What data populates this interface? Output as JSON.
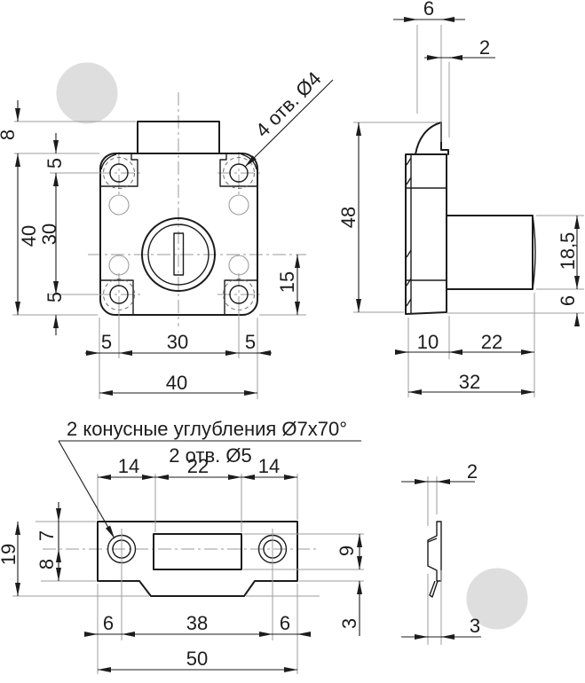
{
  "drawing_title": "furniture drawer lock dimensional drawing",
  "views": {
    "front": {
      "note_holes": "4 отв. Ø4",
      "dim_top_offset": "8",
      "dim_left_top": "5",
      "dim_left_mid": "30",
      "dim_left_bottom": "5",
      "dim_left_total": "40",
      "dim_right_center": "15",
      "dim_bottom_left": "5",
      "dim_bottom_mid": "30",
      "dim_bottom_right": "5",
      "dim_bottom_total": "40"
    },
    "side": {
      "dim_latch_width": "6",
      "dim_latch_offset": "2",
      "dim_height": "48",
      "dim_cylinder_height": "18,5",
      "dim_below_cylinder": "6",
      "dim_plate_depth": "10",
      "dim_cylinder_depth": "22",
      "dim_total_depth": "32"
    },
    "strike": {
      "note_countersink": "2 конусные углубления Ø7х70°",
      "note_holes": "2 отв. Ø5",
      "dim_top_left": "14",
      "dim_top_mid": "22",
      "dim_top_right": "14",
      "dim_left_total": "19",
      "dim_left_top": "7",
      "dim_left_bottom": "8",
      "dim_slot_height": "9",
      "dim_below_slot": "3",
      "dim_bottom_left": "6",
      "dim_bottom_mid": "38",
      "dim_bottom_right": "6",
      "dim_bottom_total": "50"
    },
    "strike_side": {
      "dim_thickness": "2",
      "dim_lip_offset": "3"
    }
  }
}
